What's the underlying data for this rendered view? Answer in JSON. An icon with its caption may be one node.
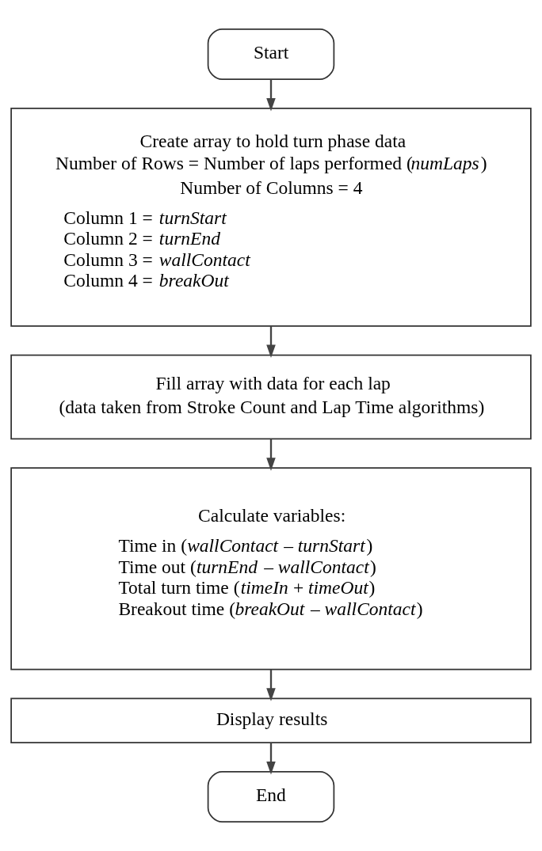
{
  "diagram": {
    "nodes": [
      {
        "text": [
          "Start"
        ]
      },
      {
        "text": [
          "Create array to hold turn phase data",
          "Number of Rows = Number of laps performed (*numLaps*)",
          "Number of Columns = 4",
          "Column 1 = *turnStart*",
          "Column 2 = *turnEnd*",
          "Column 3 = *wallContact*",
          "Column 4 = *breakOut*"
        ]
      },
      {
        "text": [
          "Fill array with data for each lap",
          "(data taken from Stroke Count and Lap Time algorithms)"
        ]
      },
      {
        "text": [
          "Calculate variables:",
          "Time in (*wallContact* – *turnStart*)",
          "Time out (*turnEnd* – *wallContact*)",
          "Total turn time (*timeIn* + *timeOut*)",
          "Breakout time (*breakOut* – *wallContact*)"
        ]
      },
      {
        "text": [
          "Display results"
        ]
      },
      {
        "text": [
          "End"
        ]
      }
    ],
    "edges": [
      {
        "from": 0,
        "to": 1,
        "arrow": "to"
      },
      {
        "from": 1,
        "to": 2,
        "arrow": "to"
      },
      {
        "from": 2,
        "to": 3,
        "arrow": "to"
      },
      {
        "from": 3,
        "to": 4,
        "arrow": "to"
      },
      {
        "from": 4,
        "to": 5,
        "arrow": "to"
      }
    ]
  }
}
